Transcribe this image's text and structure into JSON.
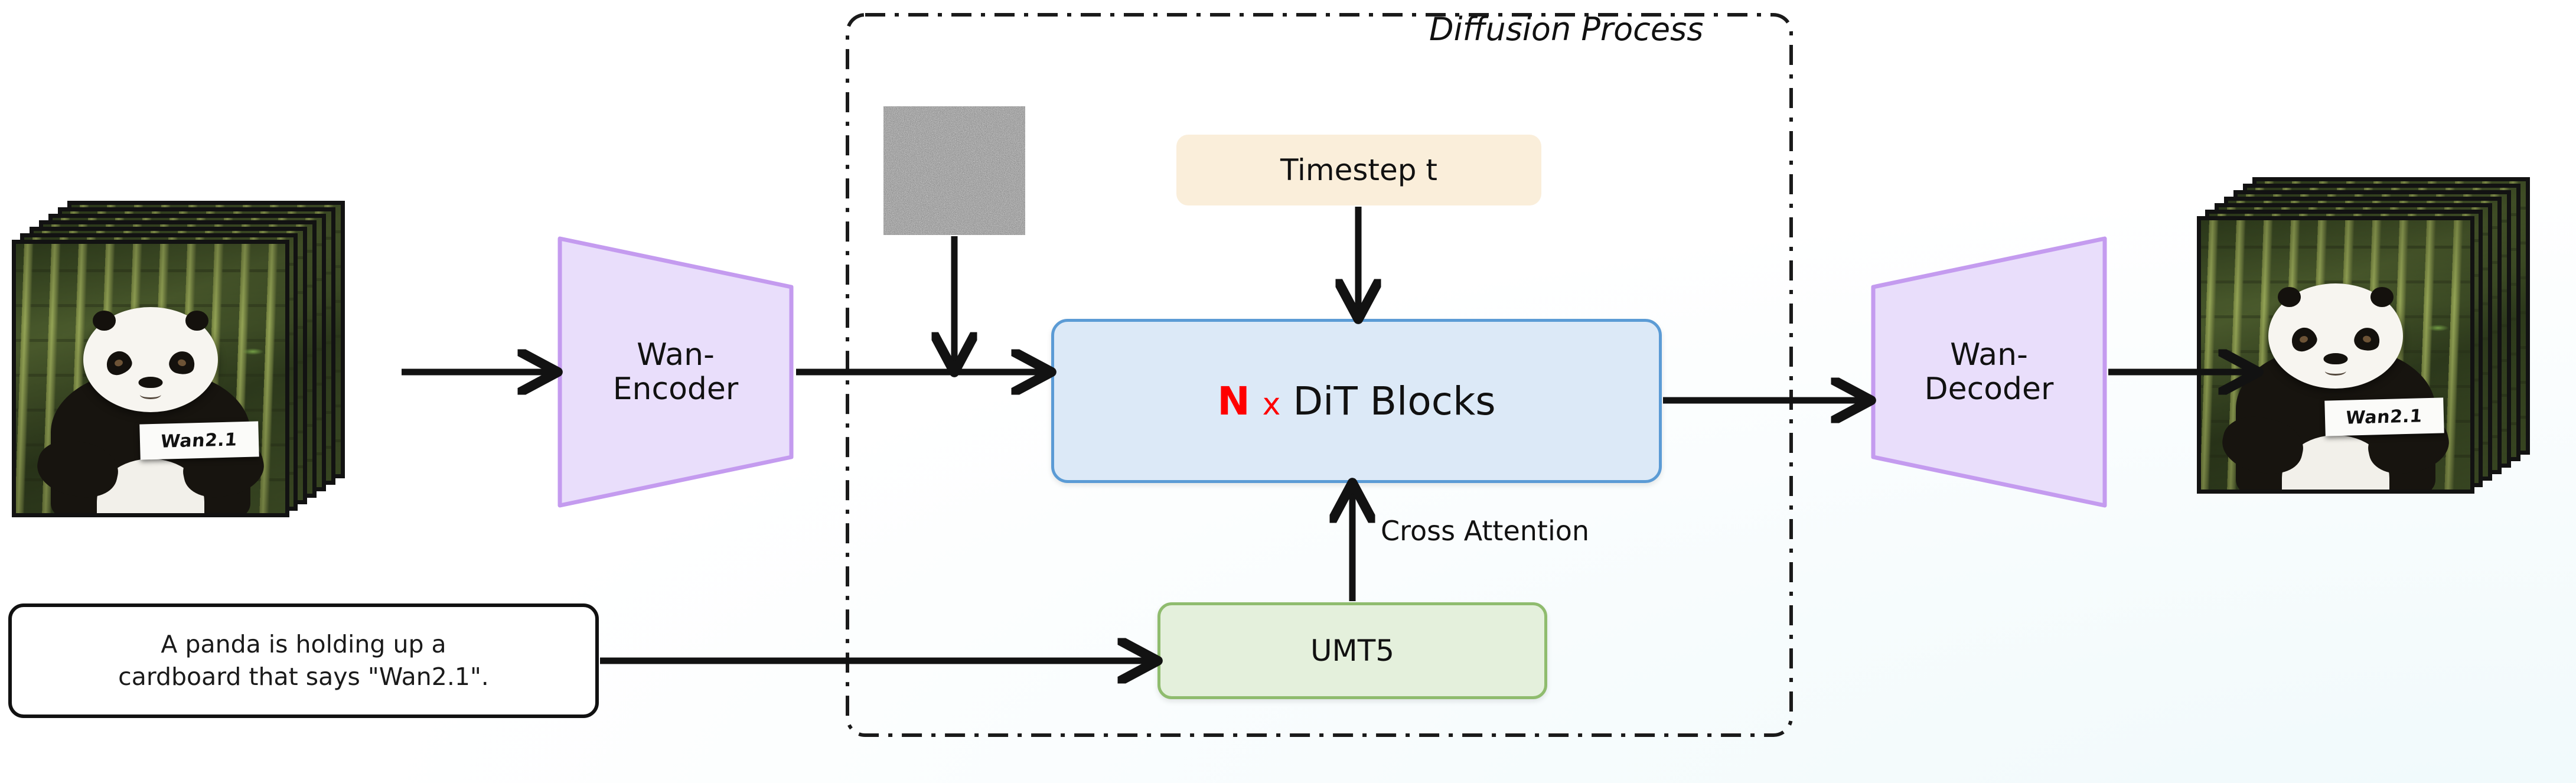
{
  "diagram": {
    "title": "Diffusion Process",
    "background_color": "#F7FCFD"
  },
  "input_video": {
    "name": "input-video-frames",
    "sign_text": "Wan2.1",
    "frame_count": 7
  },
  "output_video": {
    "name": "output-video-frames",
    "sign_text": "Wan2.1",
    "frame_count": 7
  },
  "prompt": {
    "line1": "A panda is holding up a",
    "line2": "cardboard that says \"Wan2.1\"."
  },
  "encoder": {
    "line1": "Wan-",
    "line2": "Encoder",
    "fill": "#E9DEFB",
    "stroke": "#C49BEF"
  },
  "decoder": {
    "line1": "Wan-",
    "line2": "Decoder",
    "fill": "#E9DEFB",
    "stroke": "#C49BEF"
  },
  "dit": {
    "n": "N",
    "multiply": "x",
    "label": "DiT Blocks",
    "fill": "#DCE9F7",
    "stroke": "#5B9BD5",
    "accent": "#FF0000"
  },
  "timestep": {
    "label": "Timestep t",
    "fill": "#FAEEDA"
  },
  "text_encoder": {
    "label": "UMT5",
    "fill": "#E4F0DC",
    "stroke": "#8FBC6E"
  },
  "edges": {
    "cross_attention": "Cross Attention"
  },
  "noise": {
    "name": "gaussian-noise-patch"
  }
}
